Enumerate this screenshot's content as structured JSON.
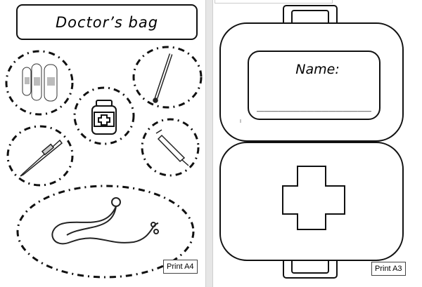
{
  "left_page": {
    "title": "Doctor’s bag",
    "print_label": "Print A4",
    "items": [
      "bandages-icon",
      "thermometer-icon",
      "medicine-bottle-icon",
      "digital-thermometer-icon",
      "syringe-icon",
      "stethoscope-icon"
    ]
  },
  "right_page": {
    "name_label": "Name:",
    "name_line": "________________",
    "print_label": "Print A3"
  }
}
